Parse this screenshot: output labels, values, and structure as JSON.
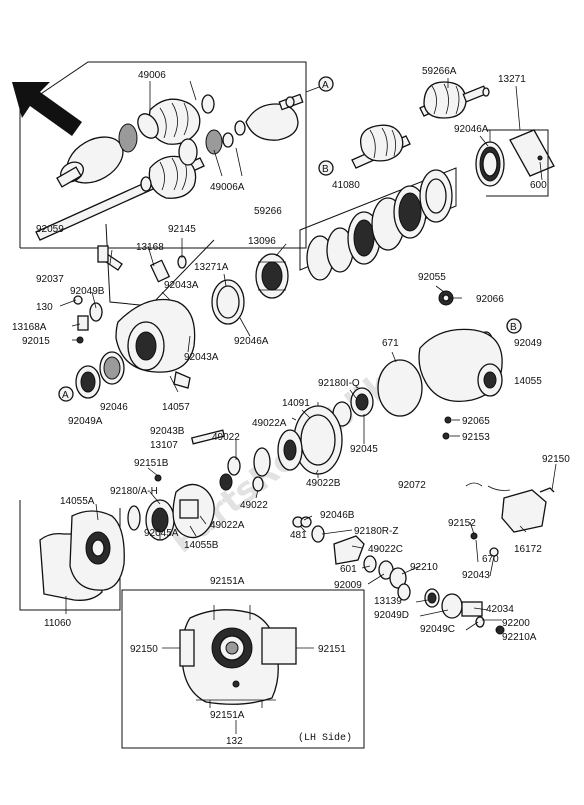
{
  "watermark": "PartsRepublik",
  "inset_caption": "(LH Side)",
  "callouts": {
    "A_top": "A",
    "A_left": "A",
    "B_mid": "B",
    "B_right": "B"
  },
  "labels": {
    "p49006": "49006",
    "p49006A": "49006A",
    "p59266": "59266",
    "p59266A": "59266A",
    "p13271": "13271",
    "p92046A_top": "92046A",
    "p600": "600",
    "p41080": "41080",
    "p92059": "92059",
    "p92145": "92145",
    "p13168": "13168",
    "p13096": "13096",
    "p92037": "92037",
    "p92049B": "92049B",
    "p13271A": "13271A",
    "p92043A_1": "92043A",
    "p130": "130",
    "p13168A": "13168A",
    "p92015": "92015",
    "p92046A_mid": "92046A",
    "p92043A_2": "92043A",
    "p92049A": "92049A",
    "p92046": "92046",
    "p14057": "14057",
    "p92055": "92055",
    "p92066": "92066",
    "p671": "671",
    "p92049": "92049",
    "p92180IQ": "92180I-Q",
    "p14055": "14055",
    "p14091": "14091",
    "p92065": "92065",
    "p92153": "92153",
    "p92045": "92045",
    "p49022B": "49022B",
    "p92043B": "92043B",
    "p13107": "13107",
    "p49022_1": "49022",
    "p49022A_1": "49022A",
    "p92151B": "92151B",
    "p92180AH": "92180/A-H",
    "p49022_2": "49022",
    "p49022A_2": "49022A",
    "p14055A": "14055A",
    "p14055B": "14055B",
    "p92045A": "92045A",
    "p11060": "11060",
    "p92072": "92072",
    "p92150_r": "92150",
    "p92046B": "92046B",
    "p92180RZ": "92180R-Z",
    "p481": "481",
    "p49022C": "49022C",
    "p92152": "92152",
    "p16172": "16172",
    "p601": "601",
    "p92210": "92210",
    "p92009": "92009",
    "p92043": "92043",
    "p670": "670",
    "p13139": "13139",
    "p92049D": "92049D",
    "p42034": "42034",
    "p92049C": "92049C",
    "p92200": "92200",
    "p92210A": "92210A",
    "p92151A_top": "92151A",
    "p92150_in": "92150",
    "p92151_in": "92151",
    "p92151A_bot": "92151A",
    "p132": "132"
  }
}
